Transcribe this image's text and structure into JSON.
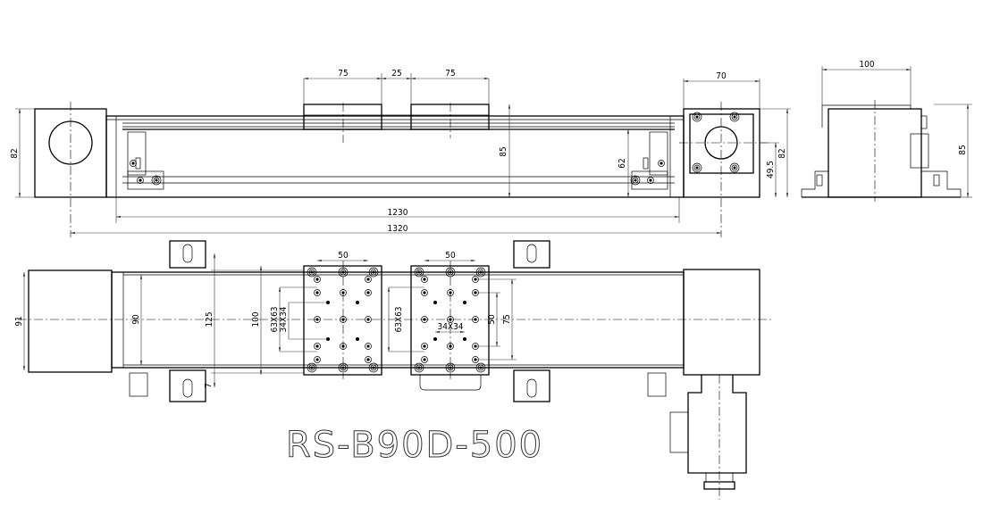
{
  "title": "RS-B90D-500",
  "front_view": {
    "carriage_length_1": "75",
    "carriage_gap": "25",
    "carriage_length_2": "75",
    "height_left": "82",
    "height_rail": "85",
    "bracket_height": "62",
    "length_rail": "1230",
    "length_total": "1320"
  },
  "end_view": {
    "width": "70",
    "height": "82",
    "center_height": "49.5"
  },
  "side_view": {
    "width": "100",
    "height": "85"
  },
  "top_view": {
    "end_cap_width": "91",
    "rail_width": "90",
    "foot_span": "125",
    "plate_width": "100",
    "plate1_hole_pattern_large": "63X63",
    "plate1_hole_pattern_small": "34X34",
    "plate1_hole_spacing": "50",
    "plate2_hole_pattern_large": "63X63",
    "plate2_hole_pattern_small": "34X34",
    "plate2_hole_spacing": "50",
    "plate2_vertical_50": "50",
    "plate2_vertical_75": "75",
    "foot_offset": "7"
  }
}
